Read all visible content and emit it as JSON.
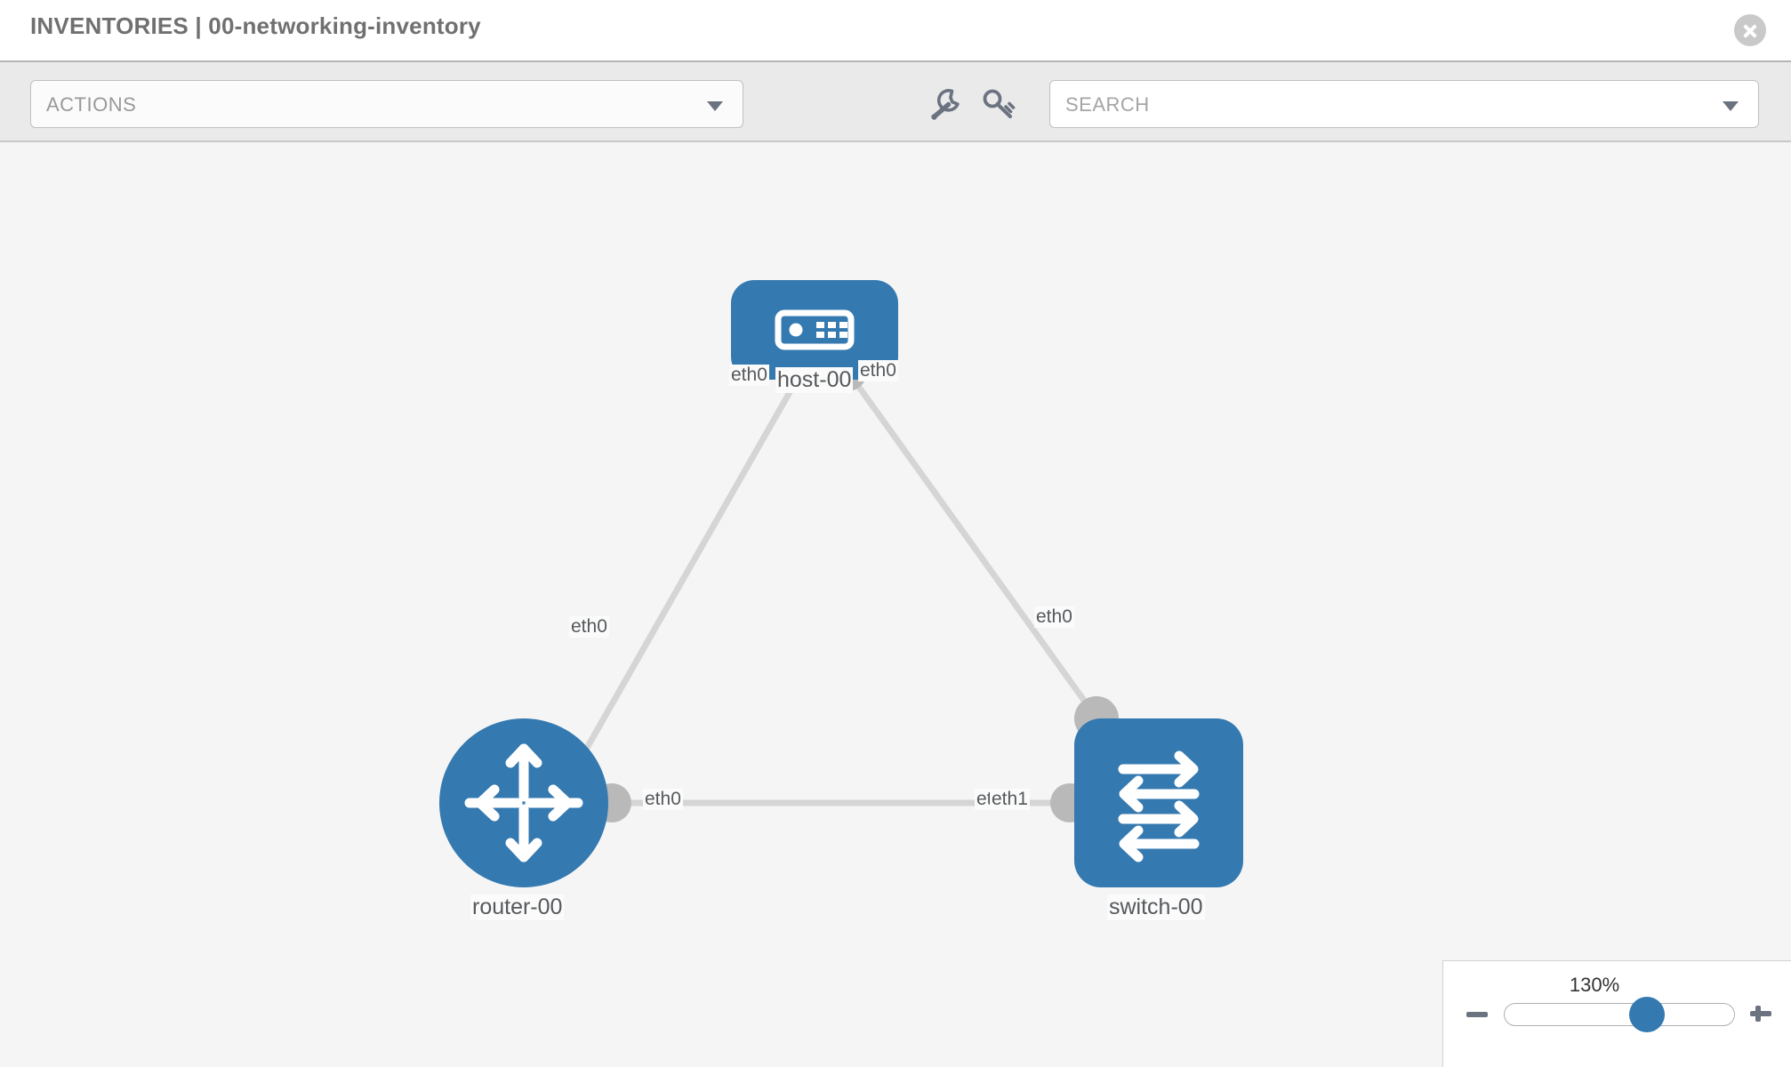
{
  "header": {
    "title": "INVENTORIES | 00-networking-inventory",
    "close_icon": "close-circle-icon"
  },
  "toolbar": {
    "actions": {
      "label": "ACTIONS",
      "caret_icon": "chevron-down-icon"
    },
    "icons": [
      {
        "name": "wrench-icon",
        "title": "wrench"
      },
      {
        "name": "key-icon",
        "title": "key"
      }
    ],
    "search": {
      "placeholder": "SEARCH",
      "value": "",
      "caret_icon": "chevron-down-icon"
    }
  },
  "topology": {
    "background_color": "#f5f5f5",
    "node_color": "#3479b0",
    "link_color": "#d5d5d5",
    "connector_color": "#b9b9b9",
    "nodes": [
      {
        "id": "host",
        "label": "host-00",
        "icon": "server-device-icon",
        "shape": "rounded-rect"
      },
      {
        "id": "router",
        "label": "router-00",
        "icon": "router-arrows-icon",
        "shape": "circle"
      },
      {
        "id": "switch",
        "label": "switch-00",
        "icon": "switch-arrows-icon",
        "shape": "rounded-square"
      }
    ],
    "links": [
      {
        "from": "router",
        "to": "host",
        "from_label": "eth0",
        "to_label": "eth0"
      },
      {
        "from": "host",
        "to": "switch",
        "from_label": "eth0",
        "to_label": "eth0"
      },
      {
        "from": "router",
        "to": "switch",
        "from_label": "eth0",
        "to_label_a": "eth0",
        "to_label_b": "eth1"
      }
    ],
    "interface_labels": {
      "host_left": "eth0",
      "host_right": "eth0",
      "router_up": "eth0",
      "switch_up": "eth0",
      "router_right": "eth0",
      "switch_left_a": "eth0",
      "switch_left_b": "eth1"
    }
  },
  "zoom_control": {
    "value_label": "130%",
    "minus_label": "−",
    "plus_label": "+",
    "slider_percent": 62
  }
}
